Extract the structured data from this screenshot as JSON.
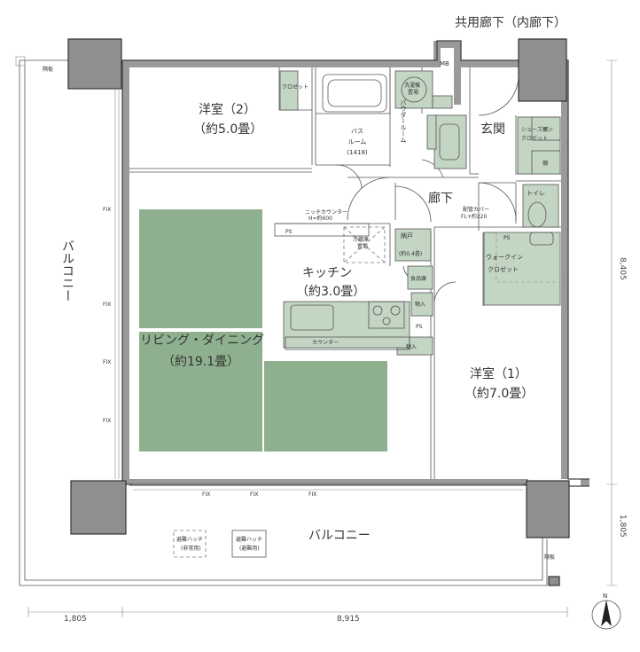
{
  "corridor_label": "共用廊下（内廊下）",
  "rooms": {
    "western2_name": "洋室（2）",
    "western2_area": "（約5.0畳）",
    "western1_name": "洋室（1）",
    "western1_area": "（約7.0畳）",
    "living_name": "リビング・ダイニング",
    "living_area": "（約19.1畳）",
    "kitchen_name": "キッチン",
    "kitchen_area": "（約3.0畳）",
    "bathroom_line1": "バス",
    "bathroom_line2": "ルーム",
    "bathroom_size": "(1418)",
    "powder_room": "パウダールーム",
    "entrance": "玄関",
    "hallway": "廊下",
    "toilet": "トイレ",
    "storage_name": "納戸",
    "storage_area": "(約0.4畳)",
    "walkin_line1": "ウォークイン",
    "walkin_line2": "クロゼット",
    "shoesin": "シューズイン",
    "shoesin2": "クロゼット",
    "closet": "クロゼット",
    "balcony_left": "バルコニー",
    "balcony_bottom": "バルコニー"
  },
  "small_labels": {
    "mb": "MB",
    "ps": "PS",
    "fix": "FIX",
    "shelf": "棚",
    "pantry": "食品庫",
    "storage": "物入",
    "counter": "カウンター",
    "niche_counter": "ニッチカウンター",
    "niche_height": "H=約600",
    "fridge": "冷蔵庫",
    "fridge2": "置場",
    "washer": "洗濯機",
    "washer2": "置場",
    "pipe_cover": "配管カバー",
    "pipe_height": "FL+約220",
    "partition": "隔板",
    "hatch1": "避難ハッチ",
    "hatch1_sub": "(非常用)",
    "hatch2": "避難ハッチ",
    "hatch2_sub": "(避難用)"
  },
  "dimensions": {
    "bottom_left": "1,805",
    "bottom_main": "8,915",
    "right_upper": "8,405",
    "right_lower": "1,805"
  },
  "compass": "N",
  "colors": {
    "floor_green": "#8fb08f",
    "fixture_green": "#c3d5c3",
    "wall_gray": "#9a9a9a"
  }
}
